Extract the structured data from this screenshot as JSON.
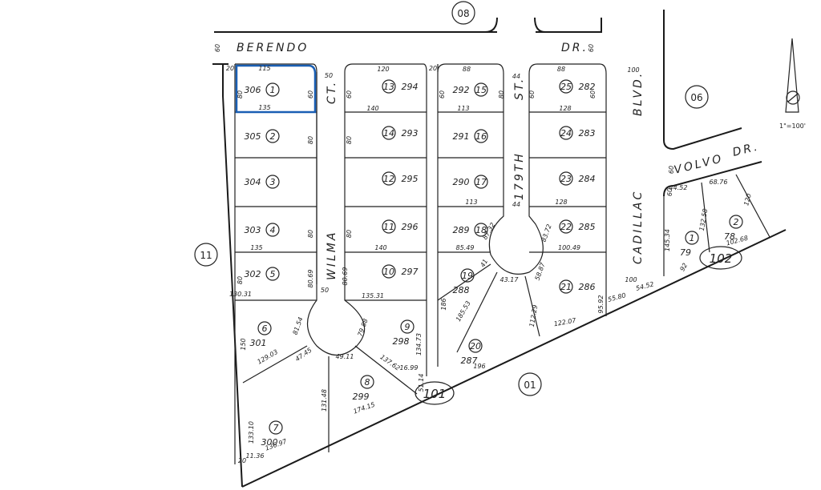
{
  "map": {
    "scale": "1\"=100'",
    "streets": {
      "berendo": "BERENDO",
      "berendo_dr": "DR.",
      "wilma_ct": "WILMA",
      "ct": "CT.",
      "st179": "179TH",
      "st": "ST.",
      "cadillac": "CADILLAC",
      "blvd": "BLVD.",
      "volvo": "VOLVO",
      "volvo_dr": "DR."
    },
    "blocks": [
      "08",
      "06",
      "11",
      "01"
    ],
    "tracts": [
      "101",
      "102"
    ],
    "dimensions": {
      "d60a": "60",
      "d60b": "60",
      "d20a": "20",
      "d115": "115",
      "d135a": "135",
      "d80a": "80",
      "d60c": "60",
      "d50a": "50",
      "d80b": "80",
      "d80c": "80",
      "d135b": "135",
      "d80d": "80",
      "d13031": "130.31",
      "d8069a": "80.69",
      "d8154": "81.54",
      "d150": "150",
      "d12903": "129.03",
      "d4745": "47.45",
      "d13310": "133.10",
      "d11136": "11.36",
      "d13697": "136.97",
      "d20b": "20",
      "d13148": "131.48",
      "d4911": "49.11",
      "d17415": "174.15",
      "d120": "120",
      "d140a": "140",
      "d140b": "140",
      "d8069b": "80.69",
      "d13531": "135.31",
      "d50b": "50",
      "d7988": "79.88",
      "d13473": "134.73",
      "d13762": "137.62",
      "d1699": "16.99",
      "d60d": "60",
      "d80e": "80",
      "d80f": "80",
      "d20c": "20",
      "d88a": "88",
      "d113a": "113",
      "d113b": "113",
      "d8549": "85.49",
      "d186": "186",
      "d18553": "185.53",
      "d5114": "51.14",
      "d196": "196",
      "d60e": "60",
      "d80g": "80",
      "d44a": "44",
      "d44b": "44",
      "d8732": "87.32",
      "d41": "41",
      "d4317": "43.17",
      "d88b": "88",
      "d128a": "128",
      "d128b": "128",
      "d60f": "60",
      "d8372": "83.72",
      "d10049": "100.49",
      "d5887": "58.87",
      "d11229": "112.29",
      "d12207": "122.07",
      "d9592": "95.92",
      "d100a": "100",
      "d100b": "100",
      "d5580": "55.80",
      "d5452": "54.52",
      "d60g": "60",
      "d4452": "44.52",
      "d6876": "68.76",
      "d120b": "120",
      "d14534": "145.34",
      "d13258": "132.58",
      "d10268": "102.68",
      "d92": "92",
      "d60h": "60",
      "d60i": "60"
    },
    "lots": [
      {
        "lot": "1",
        "parcel": "306"
      },
      {
        "lot": "2",
        "parcel": "305"
      },
      {
        "lot": "3",
        "parcel": "304"
      },
      {
        "lot": "4",
        "parcel": "303"
      },
      {
        "lot": "5",
        "parcel": "302"
      },
      {
        "lot": "6",
        "parcel": "301"
      },
      {
        "lot": "7",
        "parcel": "300"
      },
      {
        "lot": "8",
        "parcel": "299"
      },
      {
        "lot": "9",
        "parcel": "298"
      },
      {
        "lot": "10",
        "parcel": "297"
      },
      {
        "lot": "11",
        "parcel": "296"
      },
      {
        "lot": "12",
        "parcel": "295"
      },
      {
        "lot": "13",
        "parcel": "294"
      },
      {
        "lot": "14",
        "parcel": "293"
      },
      {
        "lot": "15",
        "parcel": "292"
      },
      {
        "lot": "16",
        "parcel": "291"
      },
      {
        "lot": "17",
        "parcel": "290"
      },
      {
        "lot": "18",
        "parcel": "289"
      },
      {
        "lot": "19",
        "parcel": "288"
      },
      {
        "lot": "20",
        "parcel": "287"
      },
      {
        "lot": "21",
        "parcel": "286"
      },
      {
        "lot": "22",
        "parcel": "285"
      },
      {
        "lot": "23",
        "parcel": "284"
      },
      {
        "lot": "24",
        "parcel": "283"
      },
      {
        "lot": "25",
        "parcel": "282"
      },
      {
        "lot": "1",
        "parcel": "79"
      },
      {
        "lot": "2",
        "parcel": "78"
      }
    ]
  }
}
